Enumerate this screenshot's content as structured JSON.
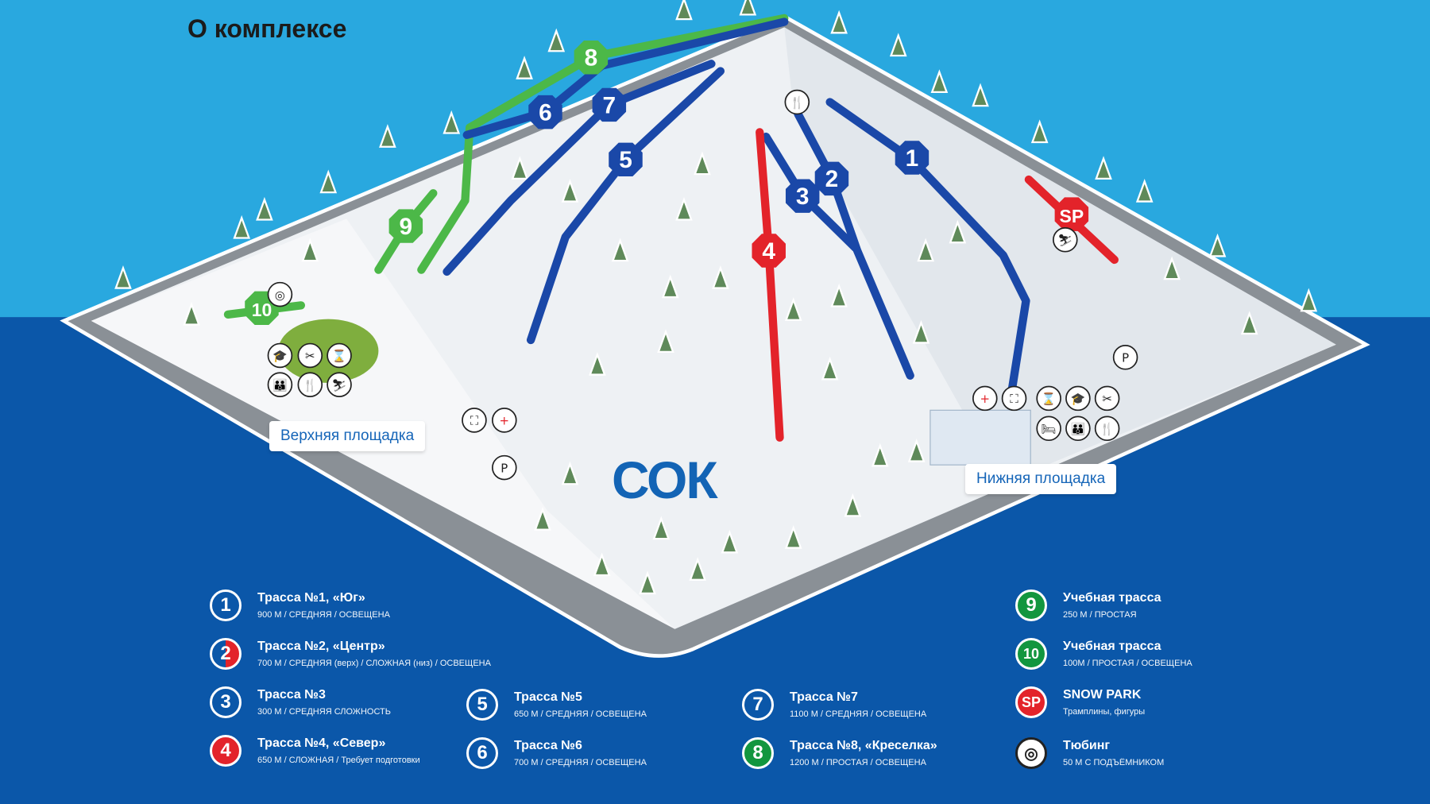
{
  "title": "О комплексе",
  "areas": {
    "upper": "Верхняя площадка",
    "lower": "Нижняя площадка"
  },
  "logo": "СОК",
  "colors": {
    "sky": "#29a8df",
    "ground": "#0b57a9",
    "blue_trail": "#1a48a8",
    "red_trail": "#e3232a",
    "green_trail": "#4cb848"
  },
  "trail_markers": [
    "1",
    "2",
    "3",
    "4",
    "5",
    "6",
    "7",
    "8",
    "9",
    "10",
    "SP"
  ],
  "legend": [
    {
      "num": "1",
      "name": "Трасса №1, «Юг»",
      "desc": "900 М / СРЕДНЯЯ  / ОСВЕЩЕНА",
      "color": "blue"
    },
    {
      "num": "2",
      "name": "Трасса №2, «Центр»",
      "desc": "700 М / СРЕДНЯЯ (верх) / СЛОЖНАЯ (низ)  / ОСВЕЩЕНА",
      "color": "half"
    },
    {
      "num": "3",
      "name": "Трасса №3",
      "desc": "300 М / СРЕДНЯЯ СЛОЖНОСТЬ",
      "color": "blue"
    },
    {
      "num": "4",
      "name": "Трасса №4, «Север»",
      "desc": "650 М / СЛОЖНАЯ / Требует подготовки",
      "color": "red"
    },
    {
      "num": "5",
      "name": "Трасса №5",
      "desc": "650 М / СРЕДНЯЯ  / ОСВЕЩЕНА",
      "color": "blue"
    },
    {
      "num": "6",
      "name": "Трасса №6",
      "desc": "700 М / СРЕДНЯЯ / ОСВЕЩЕНА",
      "color": "blue"
    },
    {
      "num": "7",
      "name": "Трасса №7",
      "desc": "1100 М / СРЕДНЯЯ  / ОСВЕЩЕНА",
      "color": "blue"
    },
    {
      "num": "8",
      "name": "Трасса №8, «Креселка»",
      "desc": "1200 М  / ПРОСТАЯ  / ОСВЕЩЕНА",
      "color": "green"
    },
    {
      "num": "9",
      "name": "Учебная трасса",
      "desc": "250 М / ПРОСТАЯ",
      "color": "green"
    },
    {
      "num": "10",
      "name": "Учебная трасса",
      "desc": "100М / ПРОСТАЯ / ОСВЕЩЕНА",
      "color": "green"
    },
    {
      "num": "SP",
      "name": "SNOW PARK",
      "desc": "Трамплины, фигуры",
      "color": "red"
    },
    {
      "num": "◎",
      "name": "Тюбинг",
      "desc": "50 М С ПОДЪЁМНИКОМ",
      "color": "white"
    }
  ]
}
